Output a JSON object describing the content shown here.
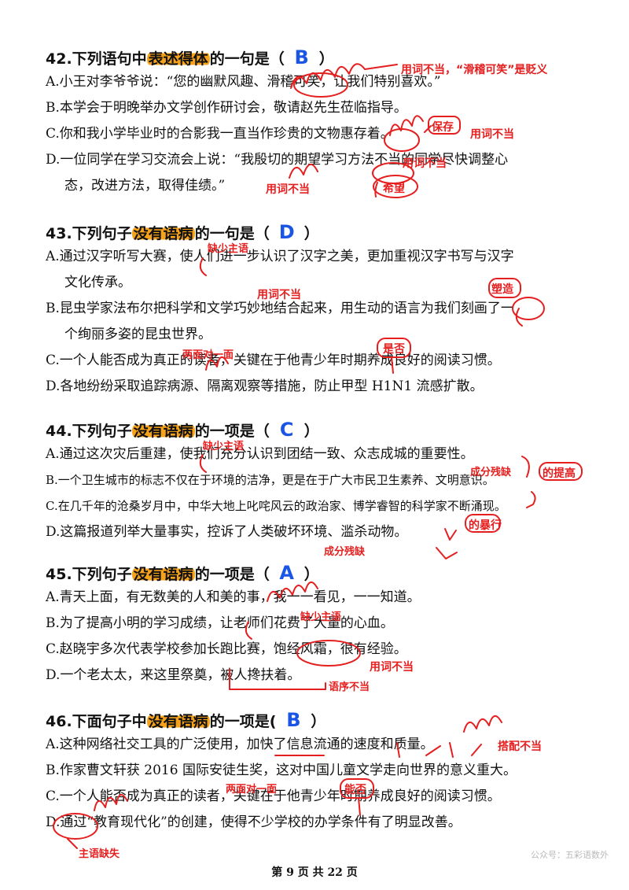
{
  "questions": [
    {
      "title_pre": "42.下列语句中",
      "title_hl": "表述得体",
      "title_post": "的一句是（",
      "title_end": "）",
      "answer": "B",
      "options": [
        "A.小王对李爷爷说：“您的幽默风趣、滑稽可笑，让我们特别喜欢。”",
        "B.本学会于明晚举办文学创作研讨会，敬请赵先生莅临指导。",
        "C.你和我小学毕业时的合影我一直当作珍贵的文物惠存着。",
        "D.一位同学在学习交流会上说：“我殷切的期望学习方法不当的同学尽快调整心",
        "态，改进方法，取得佳绩。”"
      ]
    },
    {
      "title_pre": "43.下列句子",
      "title_hl": "没有语病",
      "title_post": "的一句是（",
      "title_end": "）",
      "answer": "D",
      "options": [
        "A.通过汉字听写大赛，使人们进一步认识了汉字之美，更加重视汉字书写与汉字",
        "文化传承。",
        "B.昆虫学家法布尔把科学和文学巧妙地结合起来，用生动的语言为我们刻画了一",
        "个绚丽多姿的昆虫世界。",
        "C.一个人能否成为真正的读者，关键在于他青少年时期养成良好的阅读习惯。",
        "D.各地纷纷采取追踪病源、隔离观察等措施，防止甲型 H1N1 流感扩散。"
      ]
    },
    {
      "title_pre": "44.下列句子",
      "title_hl": "没有语病",
      "title_post": "的一项是（",
      "title_end": "）",
      "answer": "C",
      "options": [
        "A.通过这次灾后重建，使我们充分认识到团结一致、众志成城的重要性。",
        "B.一个卫生城市的标志不仅在于环境的洁净，更是在于广大市民卫生素养、文明意识。",
        "C.在几千年的沧桑岁月中，中华大地上叱咤风云的政治家、博学睿智的科学家不断涌现。",
        "D.这篇报道列举大量事实，控诉了人类破坏环境、滥杀动物。"
      ]
    },
    {
      "title_pre": "45.下列句子",
      "title_hl": "没有语病",
      "title_post": "的一项是（",
      "title_end": "）",
      "answer": "A",
      "options": [
        "A.青天上面，有无数美的人和美的事，我一一看见，一一知道。",
        "B.为了提高小明的学习成绩，让老师们花费了大量的心血。",
        "C.赵晓宇多次代表学校参加长跑比赛，饱经风霜，很有经验。",
        "D.一个老太太，来这里祭奠，被人搀扶着。"
      ]
    },
    {
      "title_pre": "46.下面句子中",
      "title_hl": "没有语病",
      "title_post": "的一项是(",
      "title_end": "）",
      "answer": "B",
      "options": [
        "A.这种网络社交工具的广泛使用，加快了信息流通的速度和质量。",
        "B.作家曹文轩获 2016 国际安徒生奖，这对中国儿童文学走向世界的意义重大。",
        "C.一个人能否成为真正的读者，关键在于他青少年时期养成良好的阅读习惯。",
        "D.通过“教育现代化”的创建，使得不少学校的办学条件有了明显改善。"
      ]
    }
  ],
  "annotations": {
    "q42_a": "用词不当，“滑稽可笑”是贬义",
    "q42_c1": "保存",
    "q42_c2": "用词不当",
    "q42_d1": "用词不当",
    "q42_d2": "希望",
    "q43_a": "缺少主语",
    "q43_b1": "用词不当",
    "q43_b2": "塑造",
    "q43_c1": "两面对一面",
    "q43_c2": "是否",
    "q44_a": "缺少主语",
    "q44_b1": "成分残缺",
    "q44_b2": "的提高",
    "q44_d1": "的暴行",
    "q44_d2": "成分残缺",
    "q45_b": "缺少主语",
    "q45_c": "用词不当",
    "q45_d": "语序不当",
    "q46_a": "搭配不当",
    "q46_c1": "两面对一面",
    "q46_c2": "能否",
    "q46_d": "主语缺失"
  },
  "footer": "第 9 页 共 22 页",
  "watermark": "公众号：五彩语数外"
}
